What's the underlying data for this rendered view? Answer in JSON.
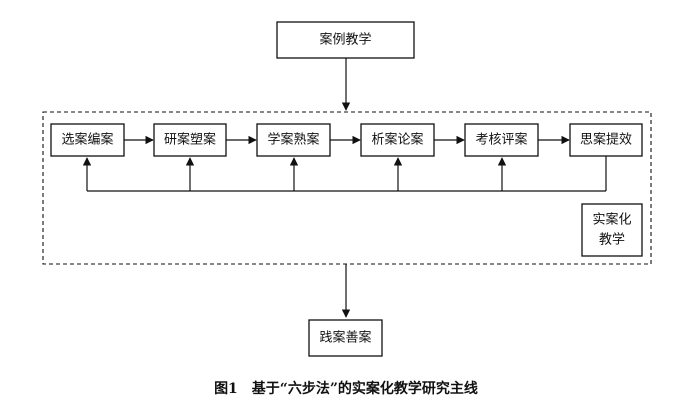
{
  "diagram": {
    "top_node": "案例教学",
    "steps": [
      "选案编案",
      "研案塑案",
      "学案熟案",
      "析案论案",
      "考核评案",
      "思案提效"
    ],
    "mode_label_line1": "实案化",
    "mode_label_line2": "教学",
    "bottom_node": "践案善案"
  },
  "caption": "图1　基于“六步法”的实案化教学研究主线"
}
